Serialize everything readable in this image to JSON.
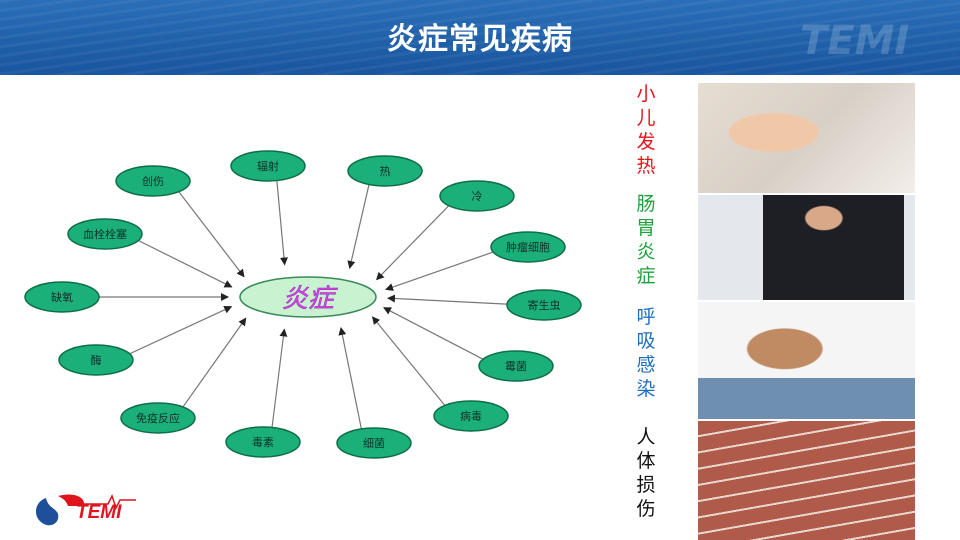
{
  "header": {
    "title": "炎症常见疾病",
    "logo_text": "TEMI"
  },
  "diagram": {
    "center": "炎症",
    "causes": [
      "创伤",
      "辐射",
      "热",
      "冷",
      "肿瘤细胞",
      "寄生虫",
      "霉菌",
      "病毒",
      "细菌",
      "毒素",
      "免疫反应",
      "酶",
      "缺氧",
      "血栓栓塞"
    ]
  },
  "diseases": [
    {
      "label": "小儿发热",
      "color": "#e8141c"
    },
    {
      "label": "肠胃炎症",
      "color": "#1aa33a"
    },
    {
      "label": "呼吸感染",
      "color": "#1f6fc0"
    },
    {
      "label": "人体损伤",
      "color": "#111111"
    }
  ],
  "logo": {
    "text": "TEMI"
  }
}
